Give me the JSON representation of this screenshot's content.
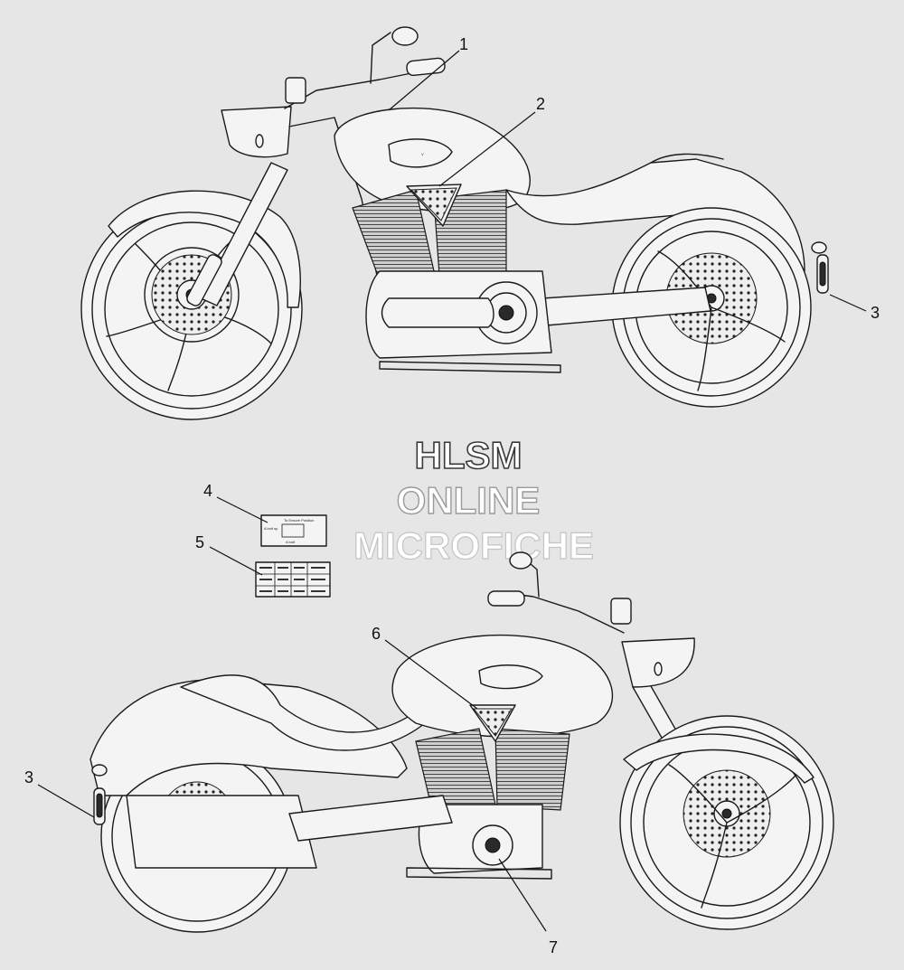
{
  "callouts": [
    {
      "id": "1",
      "label": "1"
    },
    {
      "id": "2",
      "label": "2"
    },
    {
      "id": "3a",
      "label": "3"
    },
    {
      "id": "4",
      "label": "4"
    },
    {
      "id": "5",
      "label": "5"
    },
    {
      "id": "6",
      "label": "6"
    },
    {
      "id": "3b",
      "label": "3"
    },
    {
      "id": "7",
      "label": "7"
    }
  ],
  "watermark": {
    "line1": "HLSM",
    "line2": "ONLINE",
    "line3": "MICROFICHE"
  },
  "decal4": {
    "title": "To Ensure Position",
    "row1": "A bolt sp",
    "row2": "A bolt"
  },
  "colors": {
    "background": "#e6e6e6",
    "lineart": "#1a1a1a"
  }
}
